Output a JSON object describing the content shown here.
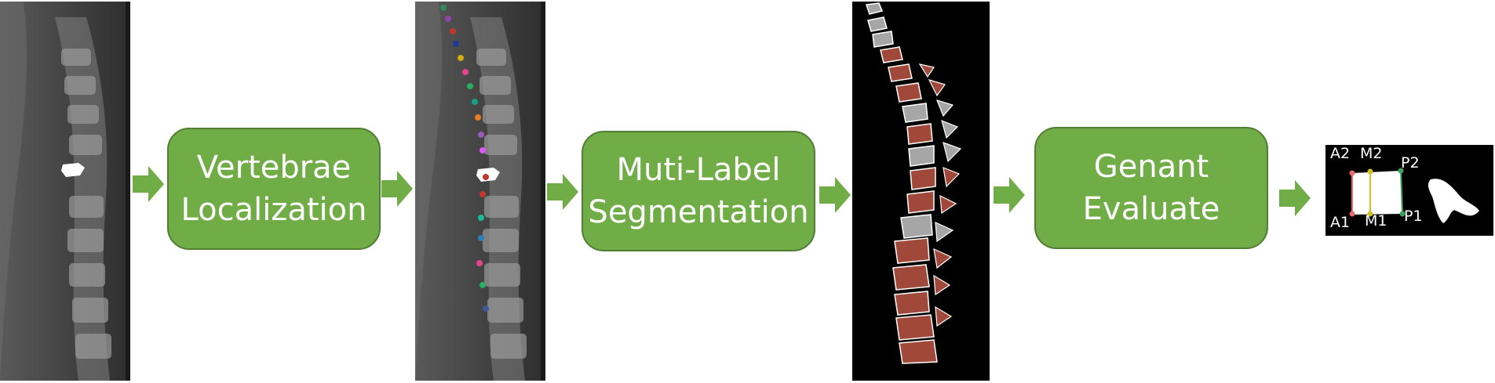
{
  "steps": [
    {
      "line1": "Vertebrae",
      "line2": "Localization"
    },
    {
      "line1": "Muti-Label",
      "line2": "Segmentation"
    },
    {
      "line1": "Genant",
      "line2": "Evaluate"
    }
  ],
  "genant_labels": {
    "a2": "A2",
    "m2": "M2",
    "p2": "P2",
    "a1": "A1",
    "m1": "M1",
    "p1": "P1"
  },
  "colors": {
    "box_fill": "#70ad47",
    "box_border": "#507e32",
    "arrow": "#70ad47",
    "bone_red": "#a0483a",
    "bone_gray": "#a6a6a6"
  },
  "panels": [
    {
      "name": "xray-input",
      "content": "spine-xray"
    },
    {
      "name": "xray-localized",
      "content": "spine-xray-with-landmarks"
    },
    {
      "name": "segmentation-mask",
      "content": "multi-label-vertebrae-mask"
    },
    {
      "name": "genant-evaluation",
      "content": "vertebra-height-points"
    }
  ]
}
